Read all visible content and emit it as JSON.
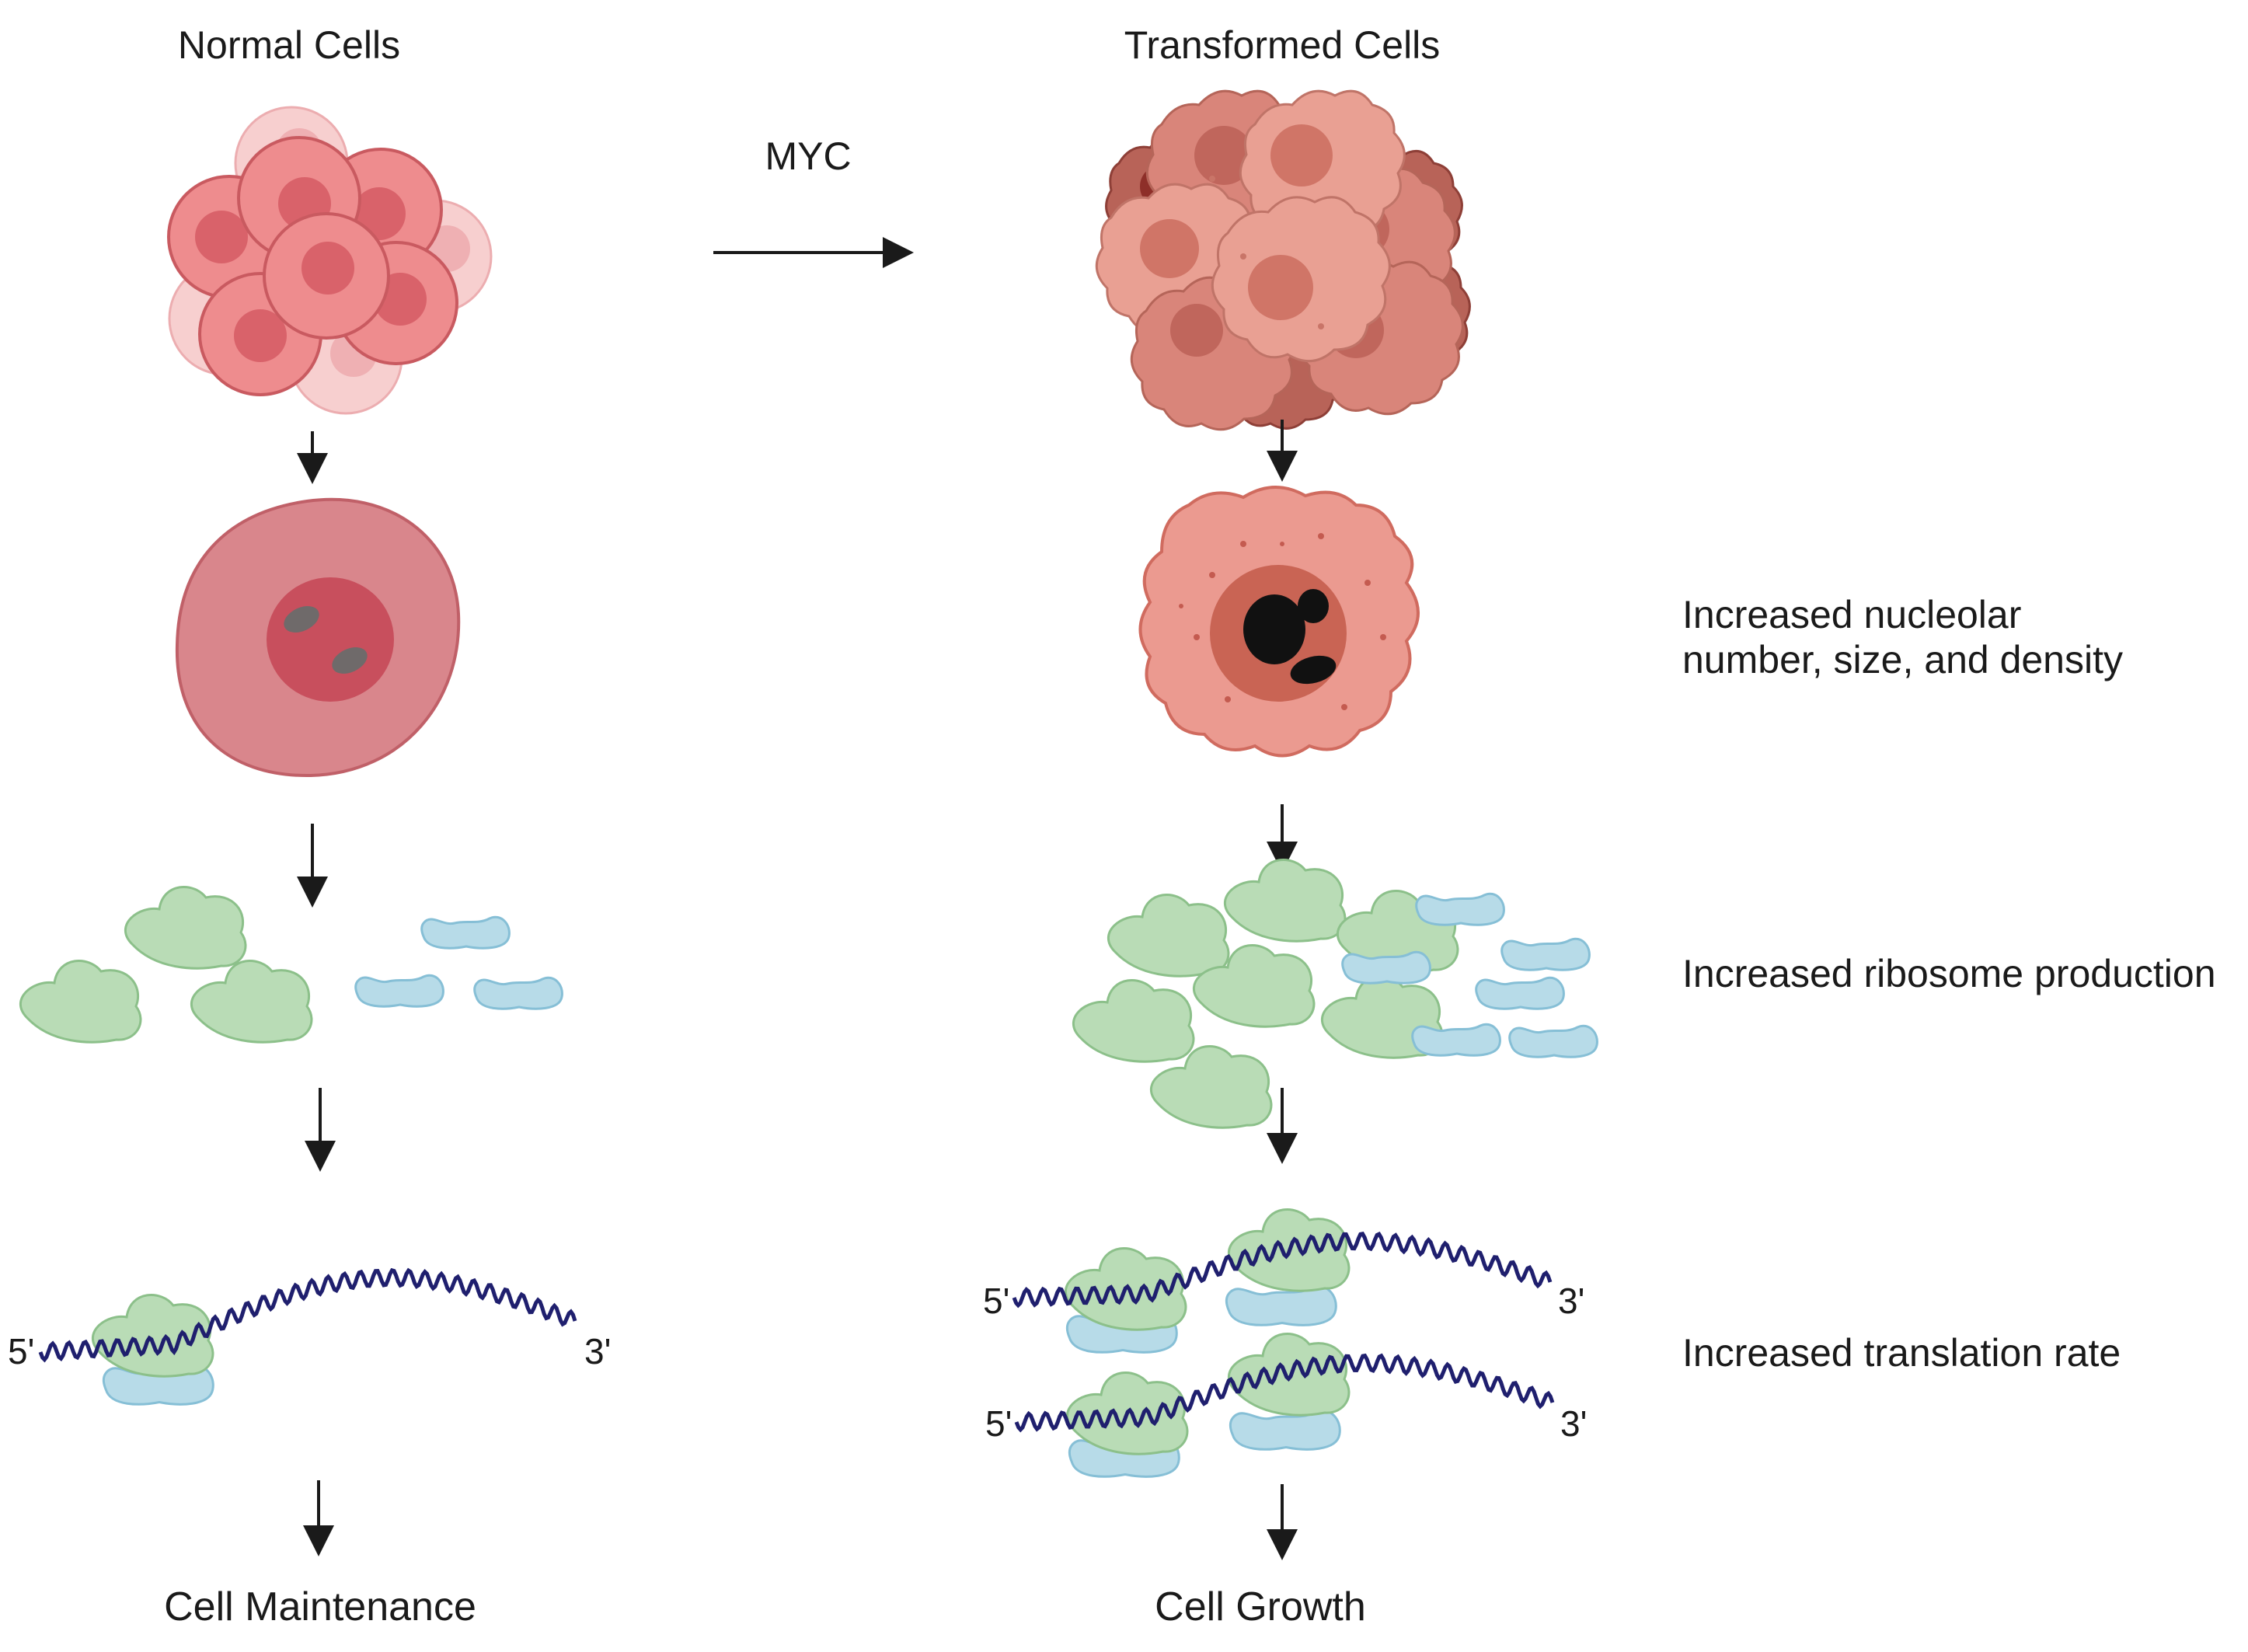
{
  "headers": {
    "normal": "Normal Cells",
    "transformed": "Transformed Cells"
  },
  "transition": {
    "label": "MYC"
  },
  "side_labels": {
    "nucleolar_line1": "Increased nucleolar",
    "nucleolar_line2": "number, size, and density",
    "ribosome": "Increased ribosome production",
    "translation": "Increased translation rate"
  },
  "mrna_labels": {
    "five_prime": "5'",
    "three_prime": "3'"
  },
  "outcomes": {
    "normal": "Cell Maintenance",
    "transformed": "Cell Growth"
  },
  "colors": {
    "normal_cell": "#ee8c8e",
    "normal_cell_stroke": "#c95a60",
    "normal_nucleus": "#d9626a",
    "faded_cell": "#f7c9c9",
    "tumor_cell": "#e9a093",
    "tumor_dark": "#a5453d",
    "large_subunit": "#b9dcb6",
    "large_subunit_stroke": "#8cc08a",
    "small_subunit": "#b7dbe8",
    "small_subunit_stroke": "#86bfd6",
    "mrna": "#1f1f6e",
    "nucleolus": "#111111"
  },
  "icons": [
    "normal-cell-cluster",
    "transformed-cell-cluster",
    "normal-cell",
    "transformed-cell",
    "ribosome-large-subunit",
    "ribosome-small-subunit",
    "mrna-strand",
    "arrow"
  ]
}
